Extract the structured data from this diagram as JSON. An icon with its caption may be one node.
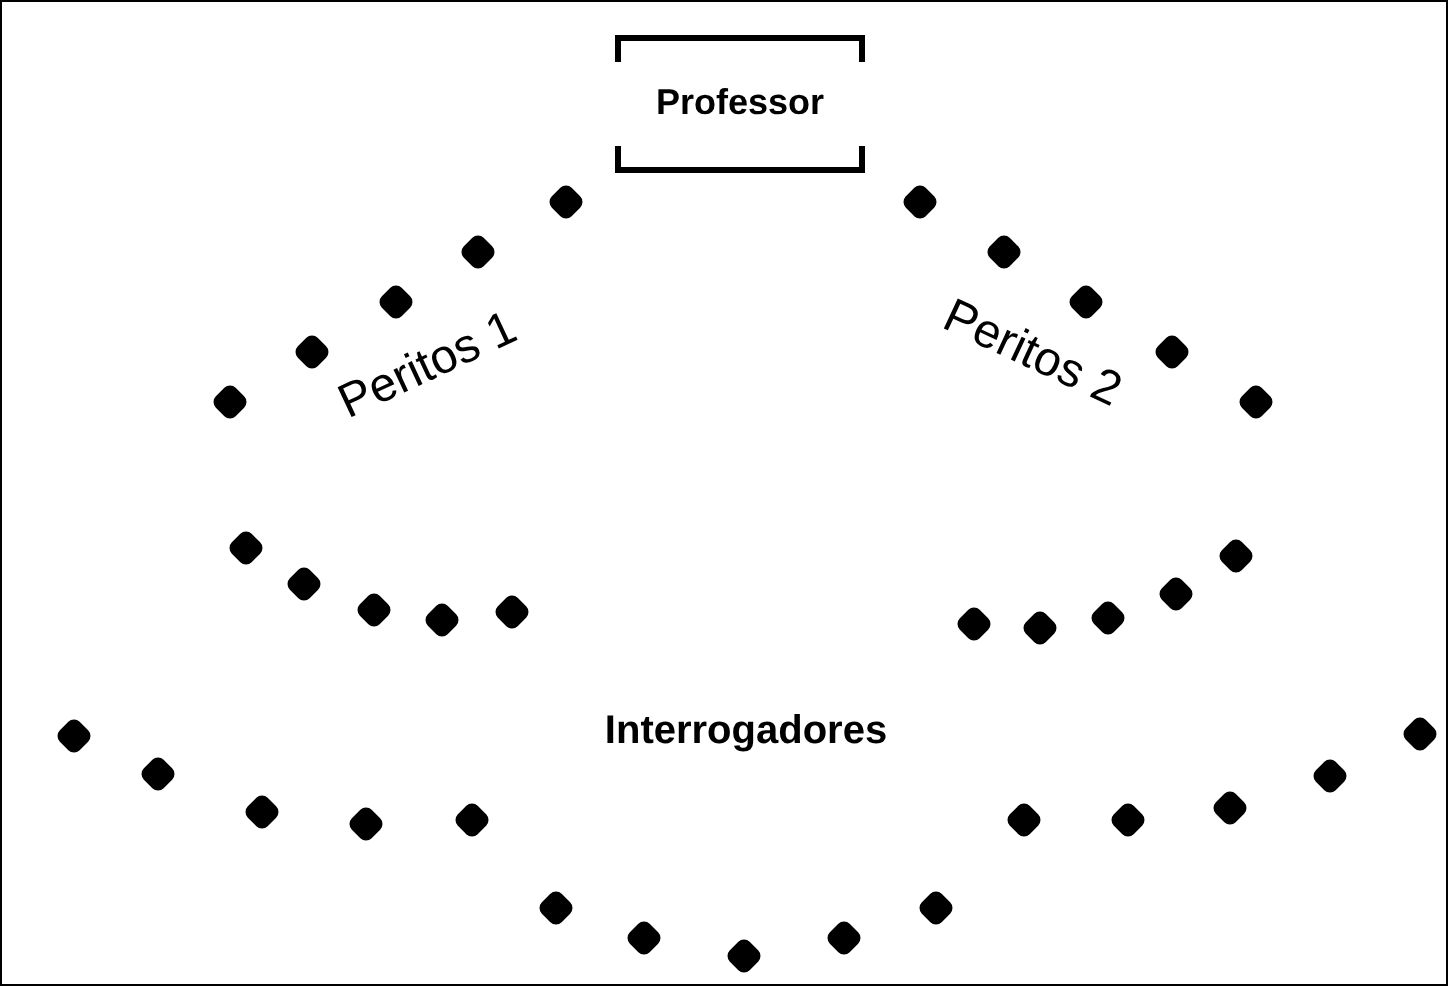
{
  "diagram": {
    "nodes": [
      {
        "text": [
          "Professor"
        ]
      }
    ],
    "labels": [
      "Peritos 1",
      "Peritos 2",
      "Interrogadores"
    ]
  }
}
